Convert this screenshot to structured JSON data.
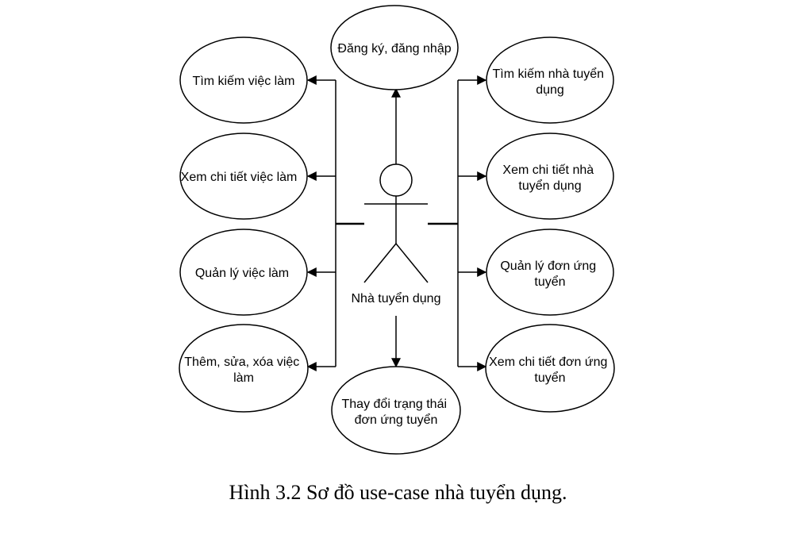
{
  "diagram": {
    "actor": "Nhà tuyển dụng",
    "top_use_case": "Đăng ký, đăng nhập",
    "bottom_use_case": [
      "Thay đổi trạng thái",
      "đơn ứng tuyển"
    ],
    "left_use_cases": [
      [
        "Tìm kiếm việc làm"
      ],
      [
        "Xem chi tiết việc làm"
      ],
      [
        "Quản lý việc làm"
      ],
      [
        "Thêm, sửa, xóa việc",
        "làm"
      ]
    ],
    "right_use_cases": [
      [
        "Tìm kiếm nhà tuyển",
        "dụng"
      ],
      [
        "Xem chi tiết nhà",
        "tuyển dụng"
      ],
      [
        "Quản lý đơn ứng",
        "tuyển"
      ],
      [
        "Xem chi tiết đơn ứng",
        "tuyển"
      ]
    ]
  },
  "caption": "Hình 3.2 Sơ đồ use-case nhà tuyển dụng."
}
